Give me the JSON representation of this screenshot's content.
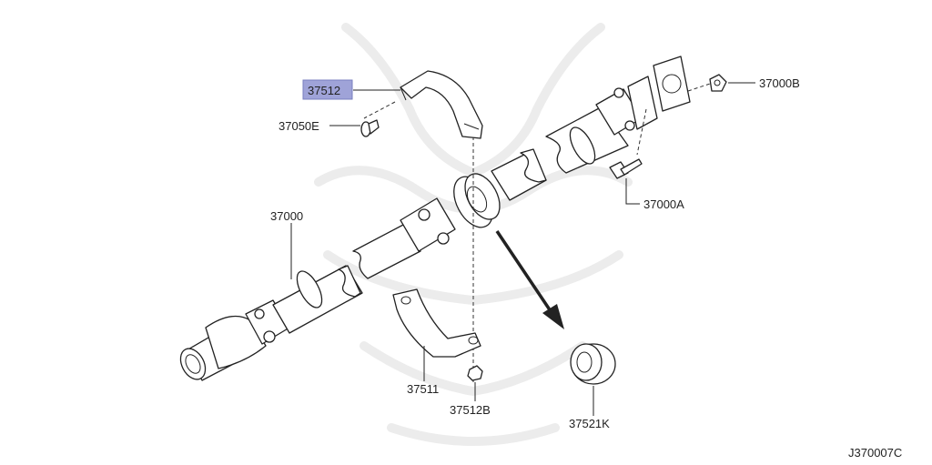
{
  "diagram_ref": "J370007C",
  "highlight_color": "#9fa3d8",
  "parts": [
    {
      "id": "p37512",
      "number": "37512",
      "highlighted": true
    },
    {
      "id": "p37050E",
      "number": "37050E",
      "highlighted": false
    },
    {
      "id": "p37000",
      "number": "37000",
      "highlighted": false
    },
    {
      "id": "p37000B",
      "number": "37000B",
      "highlighted": false
    },
    {
      "id": "p37000A",
      "number": "37000A",
      "highlighted": false
    },
    {
      "id": "p37511",
      "number": "37511",
      "highlighted": false
    },
    {
      "id": "p37512B",
      "number": "37512B",
      "highlighted": false
    },
    {
      "id": "p37521K",
      "number": "37521K",
      "highlighted": false
    }
  ]
}
